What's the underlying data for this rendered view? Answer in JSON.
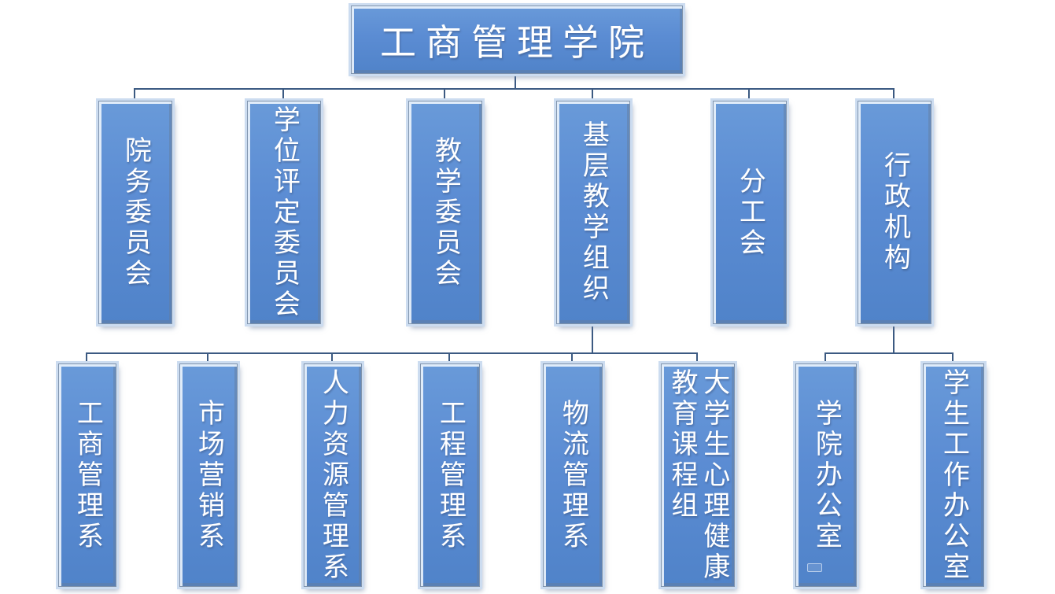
{
  "root": {
    "label": "工商管理学院"
  },
  "level1": [
    {
      "label": "院务委员会"
    },
    {
      "label": "学位评定委员会"
    },
    {
      "label": "教学委员会"
    },
    {
      "label": "基层教学组织"
    },
    {
      "label": "分工会"
    },
    {
      "label": "行政机构"
    }
  ],
  "teaching_depts": [
    {
      "label": "工商管理系"
    },
    {
      "label": "市场营销系"
    },
    {
      "label": "人力资源管理系"
    },
    {
      "label": "工程管理系"
    },
    {
      "label": "物流管理系"
    },
    {
      "label": "大学生心理健康\n教育课程组"
    }
  ],
  "admin_offices": [
    {
      "label": "学院办公室"
    },
    {
      "label": "学生工作办公室"
    }
  ],
  "colors": {
    "node_fill": "#5b8cd3",
    "node_bevel_light": "#e9f1fb",
    "node_halo": "#ccdcf0",
    "node_border": "#8094ad",
    "connector": "#3c5a82",
    "text": "#ffffff",
    "background": "#ffffff"
  }
}
